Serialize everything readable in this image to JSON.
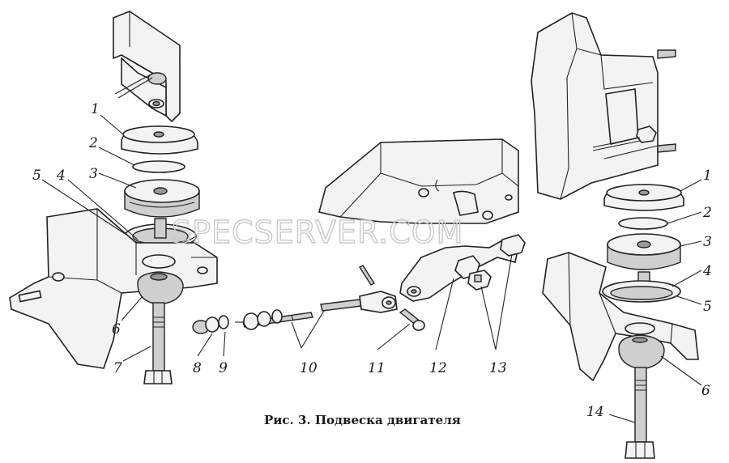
{
  "caption": "Рис. 3. Подвеска двигателя",
  "watermark": "SPECSERVER.COM",
  "labels": {
    "left_1": "1",
    "left_2": "2",
    "left_3": "3",
    "left_4": "4",
    "left_5": "5",
    "left_6": "6",
    "left_7": "7",
    "left_8": "8",
    "left_9": "9",
    "center_10": "10",
    "center_11": "11",
    "center_12": "12",
    "center_13": "13",
    "right_1": "1",
    "right_2": "2",
    "right_3": "3",
    "right_4": "4",
    "right_5": "5",
    "right_6": "6",
    "right_14": "14"
  }
}
